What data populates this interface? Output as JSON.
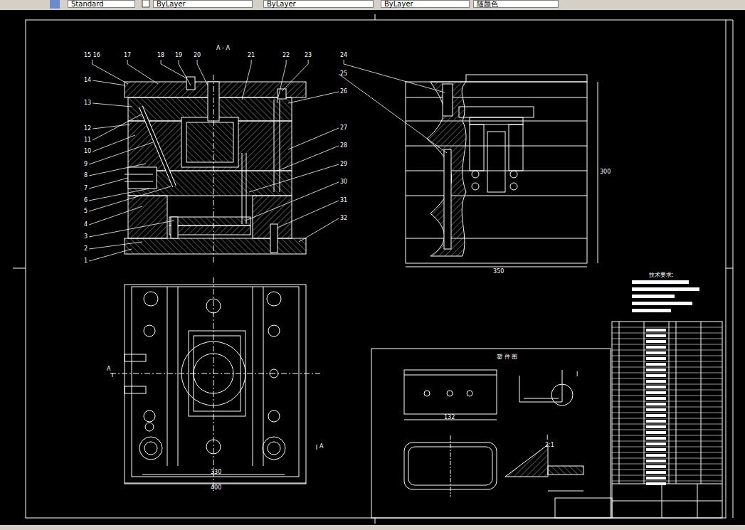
{
  "diagram": {
    "nodes": [
      {
        "text": [
          "Standard"
        ]
      },
      {
        "text": [
          "ByLayer"
        ]
      },
      {
        "text": [
          "ByLayer"
        ]
      },
      {
        "text": [
          "ByLayer"
        ]
      },
      {
        "text": [
          "随颜色"
        ]
      }
    ],
    "labels": [
      "A - A",
      "15 16",
      "17",
      "18",
      "19",
      "20",
      "21",
      "22",
      "23",
      "24",
      "25",
      "14",
      "13",
      "12",
      "11",
      "10",
      "9",
      "8",
      "7",
      "6",
      "5",
      "4",
      "3",
      "2",
      "1",
      "26",
      "27",
      "28",
      "29",
      "30",
      "31",
      "32",
      "A",
      "A",
      "330",
      "400",
      "300",
      "350",
      "塑 件 图",
      "132",
      "I",
      "I",
      "2:1",
      "技术要求:"
    ]
  }
}
